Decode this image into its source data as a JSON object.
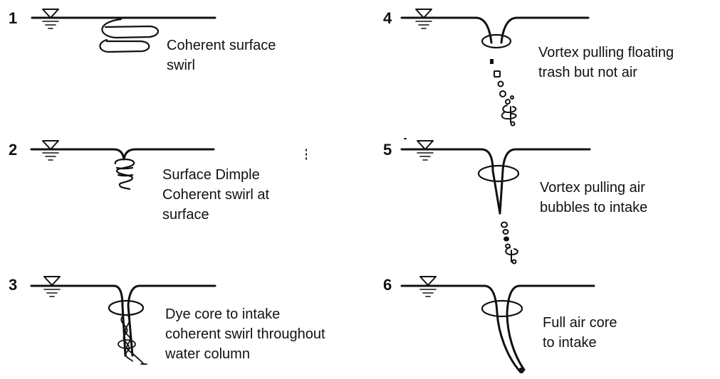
{
  "diagram": {
    "panels": [
      {
        "number": "1",
        "caption": [
          "Coherent surface",
          "swirl"
        ]
      },
      {
        "number": "2",
        "caption": [
          "Surface Dimple",
          "Coherent swirl at",
          "surface"
        ]
      },
      {
        "number": "3",
        "caption": [
          "Dye core to intake",
          "coherent swirl throughout",
          "water column"
        ]
      },
      {
        "number": "4",
        "caption": [
          "Vortex pulling floating",
          "trash but not air"
        ]
      },
      {
        "number": "5",
        "caption": [
          "Vortex pulling air",
          "bubbles to intake"
        ]
      },
      {
        "number": "6",
        "caption": [
          "Full air core",
          "to intake"
        ]
      }
    ],
    "colors": {
      "ink": "#111111",
      "background": "#ffffff"
    }
  }
}
